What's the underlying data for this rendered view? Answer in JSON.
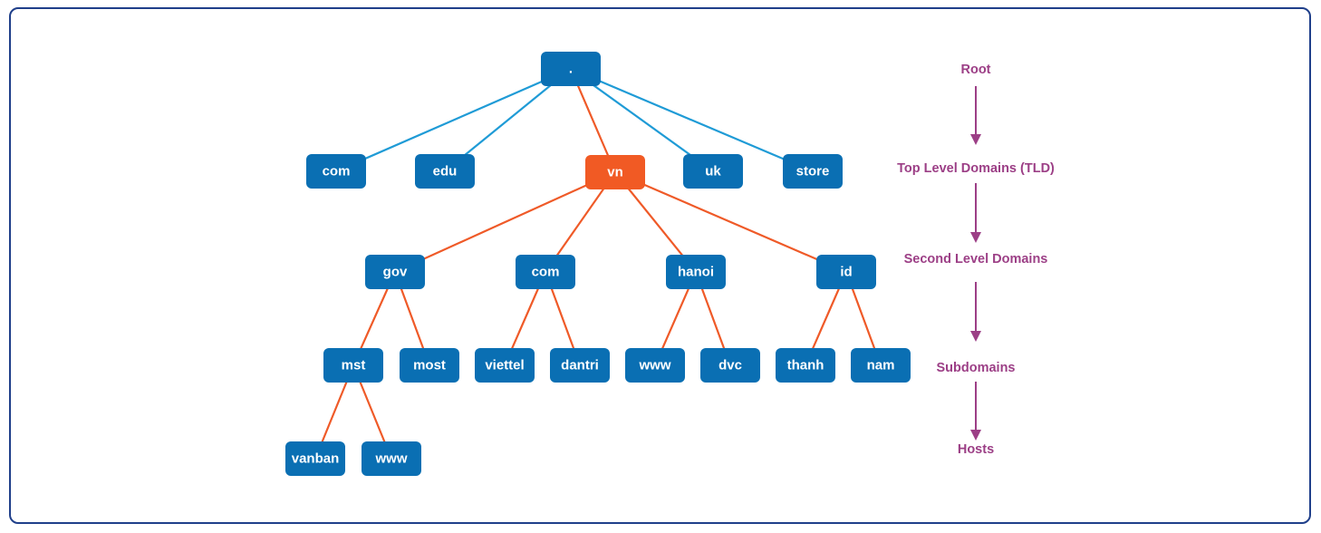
{
  "colors": {
    "node": "#0a6fb3",
    "highlight": "#f15a24",
    "edge_default": "#1f9bd6",
    "edge_highlight": "#ef5a28",
    "level_text": "#9c3f86",
    "frame": "#1f3f8a"
  },
  "tree": {
    "nodes": [
      {
        "id": "root",
        "label": ".",
        "level": 0,
        "highlight": false
      },
      {
        "id": "com-tld",
        "label": "com",
        "level": 1,
        "highlight": false
      },
      {
        "id": "edu",
        "label": "edu",
        "level": 1,
        "highlight": false
      },
      {
        "id": "vn",
        "label": "vn",
        "level": 1,
        "highlight": true
      },
      {
        "id": "uk",
        "label": "uk",
        "level": 1,
        "highlight": false
      },
      {
        "id": "store",
        "label": "store",
        "level": 1,
        "highlight": false
      },
      {
        "id": "gov",
        "label": "gov",
        "level": 2,
        "highlight": false
      },
      {
        "id": "com-sld",
        "label": "com",
        "level": 2,
        "highlight": false
      },
      {
        "id": "hanoi",
        "label": "hanoi",
        "level": 2,
        "highlight": false
      },
      {
        "id": "id",
        "label": "id",
        "level": 2,
        "highlight": false
      },
      {
        "id": "mst",
        "label": "mst",
        "level": 3,
        "highlight": false
      },
      {
        "id": "most",
        "label": "most",
        "level": 3,
        "highlight": false
      },
      {
        "id": "viettel",
        "label": "viettel",
        "level": 3,
        "highlight": false
      },
      {
        "id": "dantri",
        "label": "dantri",
        "level": 3,
        "highlight": false
      },
      {
        "id": "www-hanoi",
        "label": "www",
        "level": 3,
        "highlight": false
      },
      {
        "id": "dvc",
        "label": "dvc",
        "level": 3,
        "highlight": false
      },
      {
        "id": "thanh",
        "label": "thanh",
        "level": 3,
        "highlight": false
      },
      {
        "id": "nam",
        "label": "nam",
        "level": 3,
        "highlight": false
      },
      {
        "id": "vanban",
        "label": "vanban",
        "level": 4,
        "highlight": false
      },
      {
        "id": "www-mst",
        "label": "www",
        "level": 4,
        "highlight": false
      }
    ],
    "edges": [
      {
        "from": "root",
        "to": "com-tld",
        "highlight": false
      },
      {
        "from": "root",
        "to": "edu",
        "highlight": false
      },
      {
        "from": "root",
        "to": "vn",
        "highlight": true
      },
      {
        "from": "root",
        "to": "uk",
        "highlight": false
      },
      {
        "from": "root",
        "to": "store",
        "highlight": false
      },
      {
        "from": "vn",
        "to": "gov",
        "highlight": true
      },
      {
        "from": "vn",
        "to": "com-sld",
        "highlight": true
      },
      {
        "from": "vn",
        "to": "hanoi",
        "highlight": true
      },
      {
        "from": "vn",
        "to": "id",
        "highlight": true
      },
      {
        "from": "gov",
        "to": "mst",
        "highlight": true
      },
      {
        "from": "gov",
        "to": "most",
        "highlight": true
      },
      {
        "from": "com-sld",
        "to": "viettel",
        "highlight": true
      },
      {
        "from": "com-sld",
        "to": "dantri",
        "highlight": true
      },
      {
        "from": "hanoi",
        "to": "www-hanoi",
        "highlight": true
      },
      {
        "from": "hanoi",
        "to": "dvc",
        "highlight": true
      },
      {
        "from": "id",
        "to": "thanh",
        "highlight": true
      },
      {
        "from": "id",
        "to": "nam",
        "highlight": true
      },
      {
        "from": "mst",
        "to": "vanban",
        "highlight": true
      },
      {
        "from": "mst",
        "to": "www-mst",
        "highlight": true
      }
    ]
  },
  "levels": [
    {
      "id": "root",
      "label": "Root"
    },
    {
      "id": "tld",
      "label": "Top Level Domains (TLD)"
    },
    {
      "id": "sld",
      "label": "Second Level Domains"
    },
    {
      "id": "subdomains",
      "label": "Subdomains"
    },
    {
      "id": "hosts",
      "label": "Hosts"
    }
  ]
}
